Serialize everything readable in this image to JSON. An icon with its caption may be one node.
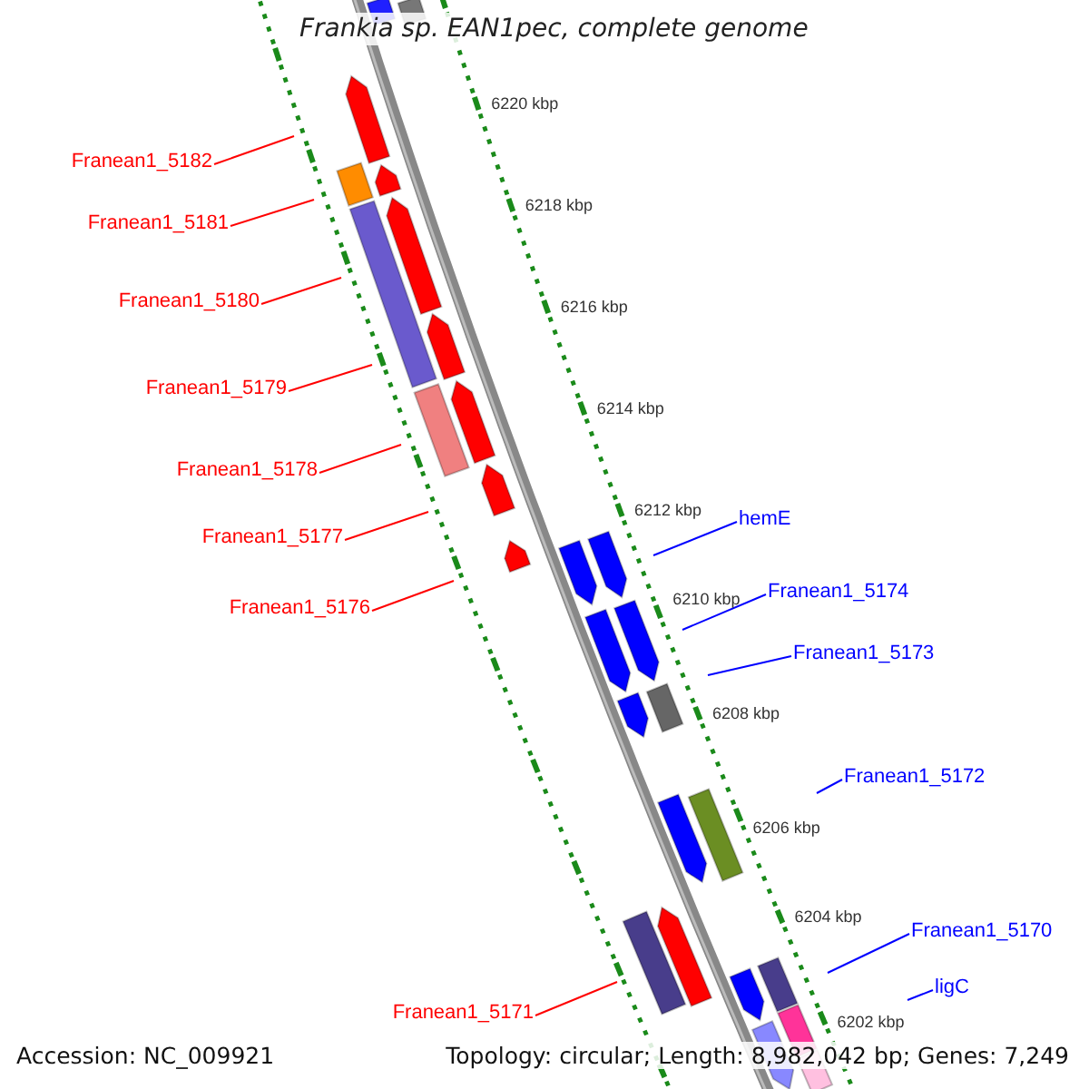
{
  "diagram": {
    "title": "Frankia sp. EAN1pec, complete genome",
    "nodes": [
      {
        "text": [
          "Franean1_5182"
        ]
      },
      {
        "text": [
          "Franean1_5181"
        ]
      },
      {
        "text": [
          "Franean1_5180"
        ]
      },
      {
        "text": [
          "Franean1_5179"
        ]
      },
      {
        "text": [
          "Franean1_5178"
        ]
      },
      {
        "text": [
          "hemE"
        ]
      },
      {
        "text": [
          "Franean1_5177"
        ]
      },
      {
        "text": [
          "Franean1_5174"
        ]
      },
      {
        "text": [
          "Franean1_5176"
        ]
      },
      {
        "text": [
          "Franean1_5173"
        ]
      },
      {
        "text": [
          "Franean1_5172"
        ]
      },
      {
        "text": [
          "Franean1_5170"
        ]
      },
      {
        "text": [
          "ligC"
        ]
      },
      {
        "text": [
          "Franean1_5171"
        ]
      }
    ],
    "edges": [
      {
        "from": 0,
        "to": null,
        "arrow": "none"
      },
      {
        "from": 1,
        "to": null,
        "arrow": "none"
      },
      {
        "from": 2,
        "to": null,
        "arrow": "none"
      },
      {
        "from": 3,
        "to": null,
        "arrow": "none"
      },
      {
        "from": 4,
        "to": null,
        "arrow": "none"
      },
      {
        "from": 5,
        "to": null,
        "arrow": "none",
        "color": "#0000ff"
      },
      {
        "from": 6,
        "to": null,
        "arrow": "none"
      },
      {
        "from": 7,
        "to": null,
        "arrow": "none",
        "color": "#0000ff"
      },
      {
        "from": 8,
        "to": null,
        "arrow": "none"
      },
      {
        "from": 9,
        "to": null,
        "arrow": "none",
        "color": "#0000ff"
      },
      {
        "from": 10,
        "to": null,
        "arrow": "none",
        "color": "#0000ff"
      },
      {
        "from": 11,
        "to": null,
        "arrow": "none",
        "color": "#0000ff"
      },
      {
        "from": 12,
        "to": null,
        "arrow": "none",
        "color": "#0000ff"
      },
      {
        "from": 13,
        "to": null,
        "arrow": "none"
      }
    ],
    "labels": [
      "6220 kbp",
      "6218 kbp",
      "6216 kbp",
      "6214 kbp",
      "6212 kbp",
      "6210 kbp",
      "6208 kbp",
      "6206 kbp",
      "6204 kbp",
      "6202 kbp",
      "Accession: NC_009921",
      "Topology: circular; Length: 8,982,042 bp; Genes: 7,249"
    ]
  }
}
